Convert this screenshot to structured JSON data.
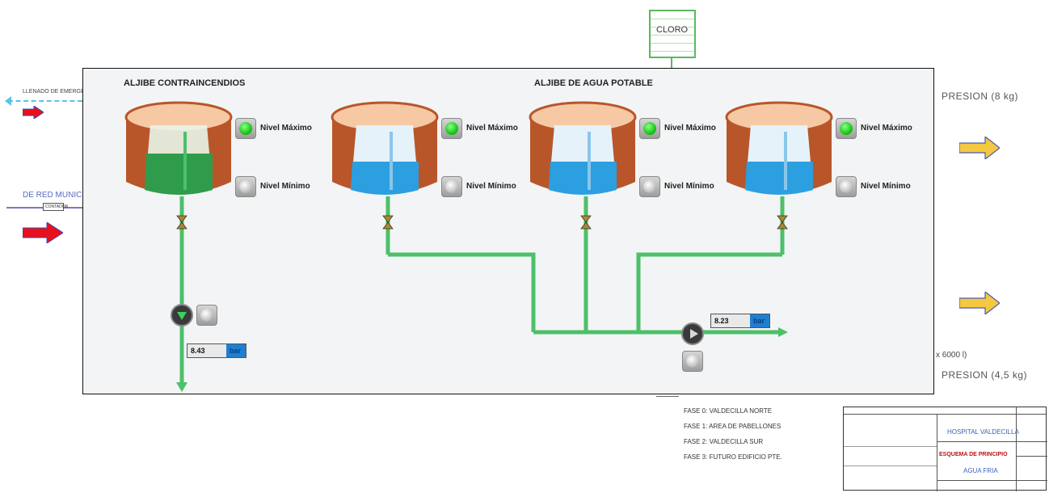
{
  "background": {
    "cloro_label": "CLORO",
    "llenado_label": "LLENADO DE EMERGE",
    "red_label": "DE RED MUNICIP",
    "contador_label": "CONTADOR",
    "presion_8": "PRESION (8 kg)",
    "presion_45": "PRESION (4,5 kg)",
    "capacity_fragment": "x 6000 l)",
    "fases": [
      "FASE 0: VALDECILLA NORTE",
      "FASE 1: AREA DE PABELLONES",
      "FASE 2: VALDECILLA SUR",
      "FASE 3: FUTURO EDIFICIO PTE."
    ]
  },
  "title_block": {
    "hospital": "HOSPITAL VALDECILLA",
    "drawing": "ESQUEMA DE PRINCIPIO",
    "subject": "AGUA FRIA"
  },
  "panel": {
    "title_left": "ALJIBE CONTRAINCENDIOS",
    "title_right": "ALJIBE DE AGUA POTABLE",
    "tanks": [
      {
        "max_label": "Nivel Máximo",
        "min_label": "Nivel Mínimo",
        "max_state": "on",
        "min_state": "off",
        "fluid": "green"
      },
      {
        "max_label": "Nivel Máximo",
        "min_label": "Nivel Mínimo",
        "max_state": "on",
        "min_state": "off",
        "fluid": "blue"
      },
      {
        "max_label": "Nivel Máximo",
        "min_label": "Nivel Mínimo",
        "max_state": "on",
        "min_state": "off",
        "fluid": "blue"
      },
      {
        "max_label": "Nivel Máximo",
        "min_label": "Nivel Mínimo",
        "max_state": "on",
        "min_state": "off",
        "fluid": "blue"
      }
    ],
    "pump_left": {
      "value": "8.43",
      "unit": "bar"
    },
    "pump_right": {
      "value": "8.23",
      "unit": "bar"
    }
  },
  "colors": {
    "tank_brick": "#b8562a",
    "pipe_green": "#4cc06a",
    "water_blue": "#2c9fe0",
    "arrow_red": "#e8101a",
    "arrow_yellow": "#f5c842"
  }
}
